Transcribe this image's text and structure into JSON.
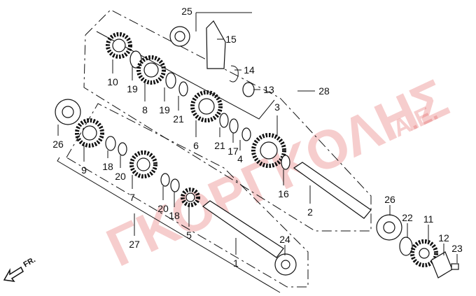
{
  "watermark": {
    "name": "ΓΚΟΡΓΚΟΛΗΣ",
    "suffix": "Α.Ε.",
    "color": "#e0504f"
  },
  "direction_label": "FR.",
  "labels": {
    "p25": "25",
    "p15": "15",
    "p14": "14",
    "p13": "13",
    "p28": "28",
    "p10": "10",
    "p19a": "19",
    "p8": "8",
    "p19b": "19",
    "p21a": "21",
    "p6": "6",
    "p21b": "21",
    "p17": "17",
    "p4": "4",
    "p3": "3",
    "p16": "16",
    "p2": "2",
    "p26a": "26",
    "p9": "9",
    "p18a": "18",
    "p20a": "20",
    "p7": "7",
    "p20b": "20",
    "p18b": "18",
    "p5": "5",
    "p27": "27",
    "p24": "24",
    "p1": "1",
    "p26b": "26",
    "p22": "22",
    "p11": "11",
    "p12": "12",
    "p23": "23"
  }
}
